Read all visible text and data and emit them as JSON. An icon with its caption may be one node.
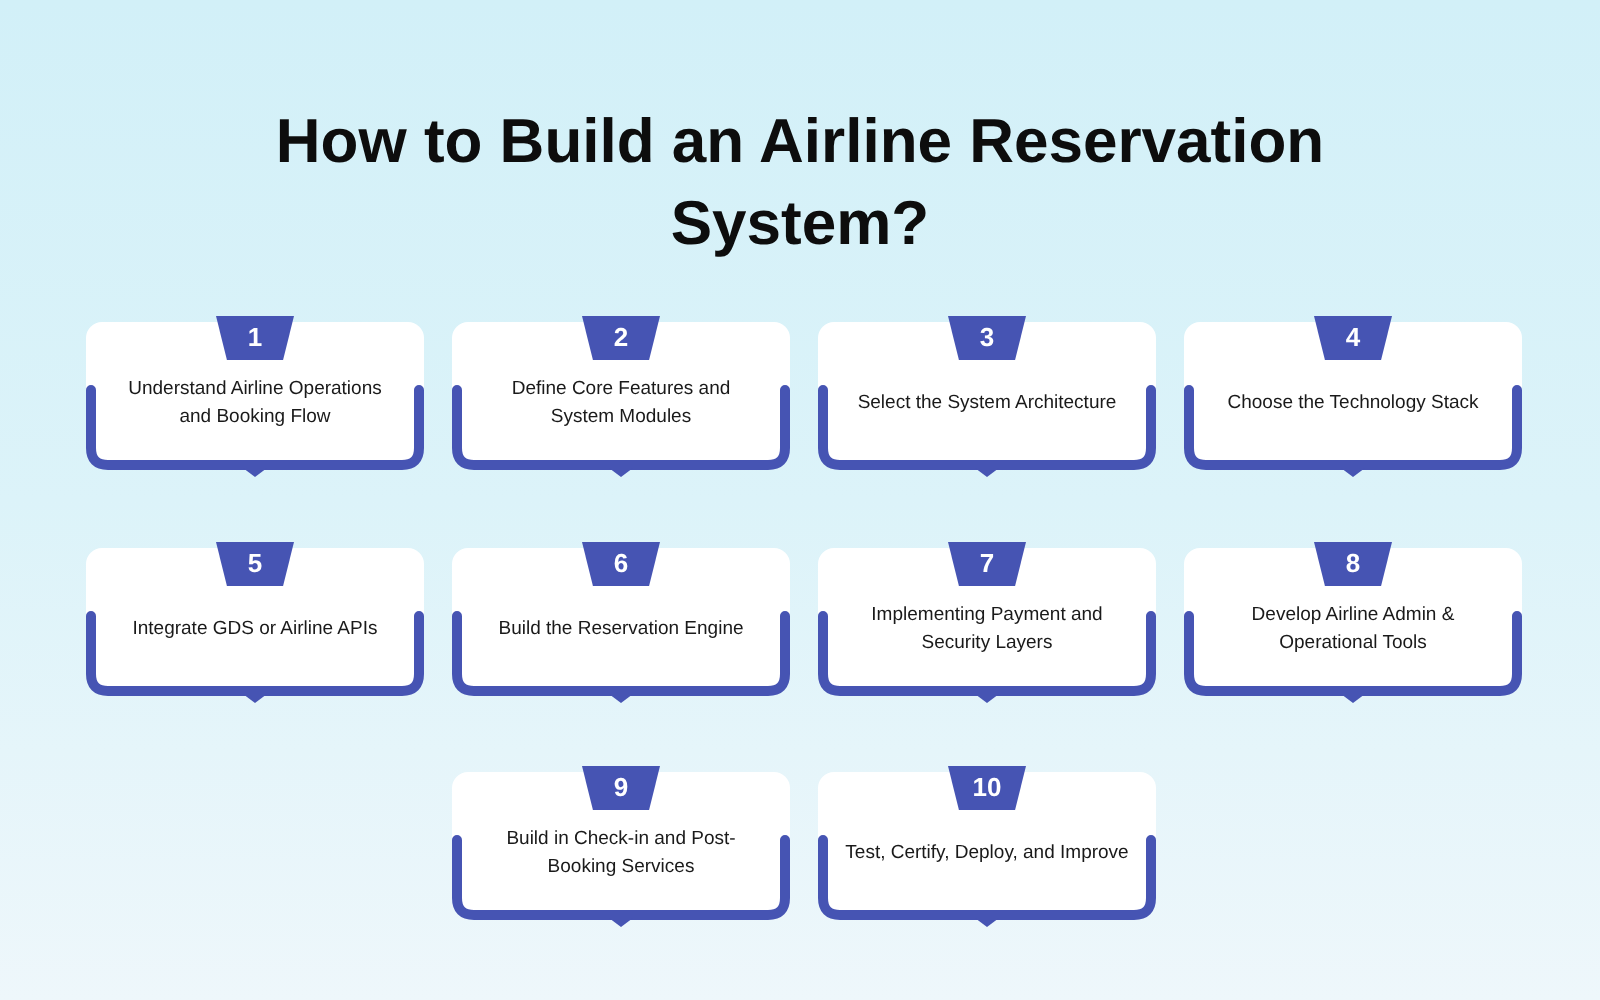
{
  "diagram": {
    "title": "How to Build an Airline Reservation System?",
    "nodes": [
      {
        "text": [
          "1",
          "Understand Airline Operations and Booking Flow"
        ]
      },
      {
        "text": [
          "2",
          "Define Core Features and System Modules"
        ]
      },
      {
        "text": [
          "3",
          "Select the System Architecture"
        ]
      },
      {
        "text": [
          "4",
          "Choose the Technology Stack"
        ]
      },
      {
        "text": [
          "5",
          "Integrate GDS or Airline APIs"
        ]
      },
      {
        "text": [
          "6",
          "Build the Reservation Engine"
        ]
      },
      {
        "text": [
          "7",
          "Implementing Payment and Security Layers"
        ]
      },
      {
        "text": [
          "8",
          "Develop Airline Admin & Operational Tools"
        ]
      },
      {
        "text": [
          "9",
          "Build in Check-in and Post-Booking Services"
        ]
      },
      {
        "text": [
          "10",
          "Test, Certify, Deploy, and Improve"
        ]
      }
    ]
  }
}
